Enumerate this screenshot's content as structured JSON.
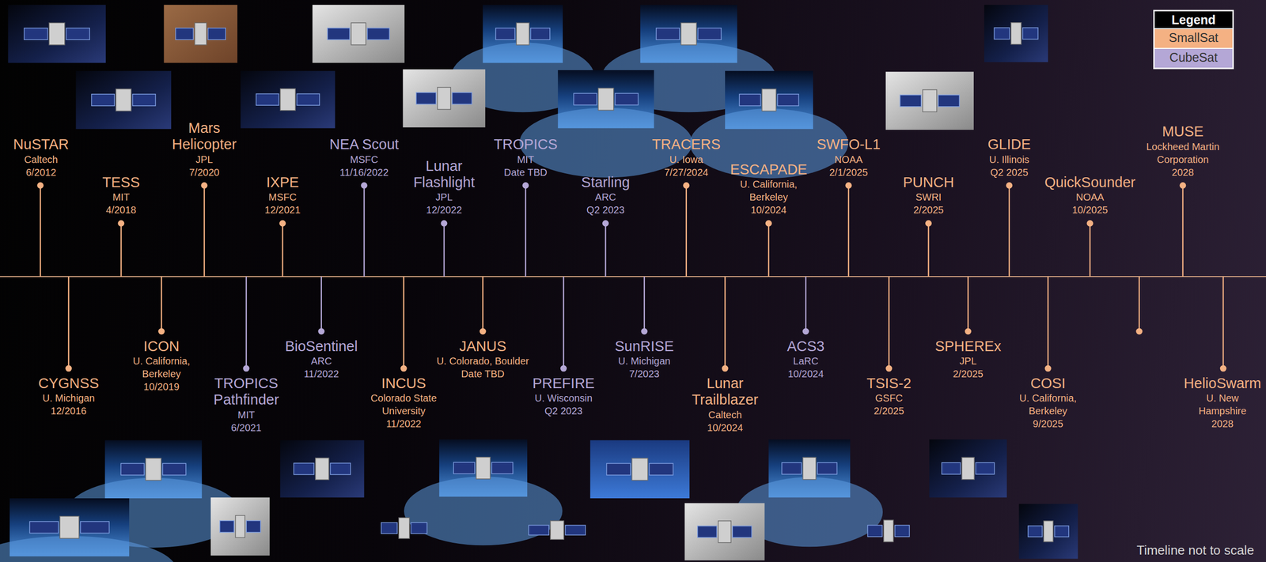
{
  "diagram": {
    "nodes": [
      {
        "text": [
          "NuSTAR",
          "Caltech",
          "6/2012"
        ]
      },
      {
        "text": [
          "CYGNSS",
          "U. Michigan",
          "12/2016"
        ]
      },
      {
        "text": [
          "TESS",
          "MIT",
          "4/2018"
        ]
      },
      {
        "text": [
          "ICON",
          "U. California, Berkeley",
          "10/2019"
        ]
      },
      {
        "text": [
          "Mars Helicopter",
          "JPL",
          "7/2020"
        ]
      },
      {
        "text": [
          "TROPICS Pathfinder",
          "MIT",
          "6/2021"
        ]
      },
      {
        "text": [
          "IXPE",
          "MSFC",
          "12/2021"
        ]
      },
      {
        "text": [
          "BioSentinel",
          "ARC",
          "11/2022"
        ]
      },
      {
        "text": [
          "NEA Scout",
          "MSFC",
          "11/16/2022"
        ]
      },
      {
        "text": [
          "INCUS",
          "Colorado State University",
          "11/2022"
        ]
      },
      {
        "text": [
          "Lunar Flashlight",
          "JPL",
          "12/2022"
        ]
      },
      {
        "text": [
          "JANUS",
          "U. Colorado, Boulder",
          "Date TBD"
        ]
      },
      {
        "text": [
          "TROPICS",
          "MIT",
          "Date TBD"
        ]
      },
      {
        "text": [
          "PREFIRE",
          "U. Wisconsin",
          "Q2 2023"
        ]
      },
      {
        "text": [
          "Starling",
          "ARC",
          "Q2 2023"
        ]
      },
      {
        "text": [
          "SunRISE",
          "U. Michigan",
          "7/2023"
        ]
      },
      {
        "text": [
          "TRACERS",
          "U. Iowa",
          "7/27/2024"
        ]
      },
      {
        "text": [
          "Lunar Trailblazer",
          "Caltech",
          "10/2024"
        ]
      },
      {
        "text": [
          "ESCAPADE",
          "U. California, Berkeley",
          "10/2024"
        ]
      },
      {
        "text": [
          "ACS3",
          "LaRC",
          "10/2024"
        ]
      },
      {
        "text": [
          "SWFO-L1",
          "NOAA",
          "2/1/2025"
        ]
      },
      {
        "text": [
          "TSIS-2",
          "GSFC",
          "2/2025"
        ]
      },
      {
        "text": [
          "PUNCH",
          "SWRI",
          "2/2025"
        ]
      },
      {
        "text": [
          "SPHEREx",
          "JPL",
          "2/2025"
        ]
      },
      {
        "text": [
          "GLIDE",
          "U. Illinois",
          "Q2 2025"
        ]
      },
      {
        "text": [
          "COSI",
          "U. California, Berkeley",
          "9/2025"
        ]
      },
      {
        "text": [
          "QuickSounder",
          "NOAA",
          "10/2025"
        ]
      },
      {
        "text": [
          "MUSE",
          "Lockheed Martin Corporation",
          "2028"
        ]
      },
      {
        "text": [
          "HelioSwarm",
          "U. New Hampshire",
          "2028"
        ]
      }
    ],
    "labels": [
      "Legend",
      "Timeline not to scale"
    ],
    "legend": [
      {
        "text": "SmallSat",
        "color": "#f4b183"
      },
      {
        "text": "CubeSat",
        "color": "#b4a7d6"
      }
    ]
  }
}
